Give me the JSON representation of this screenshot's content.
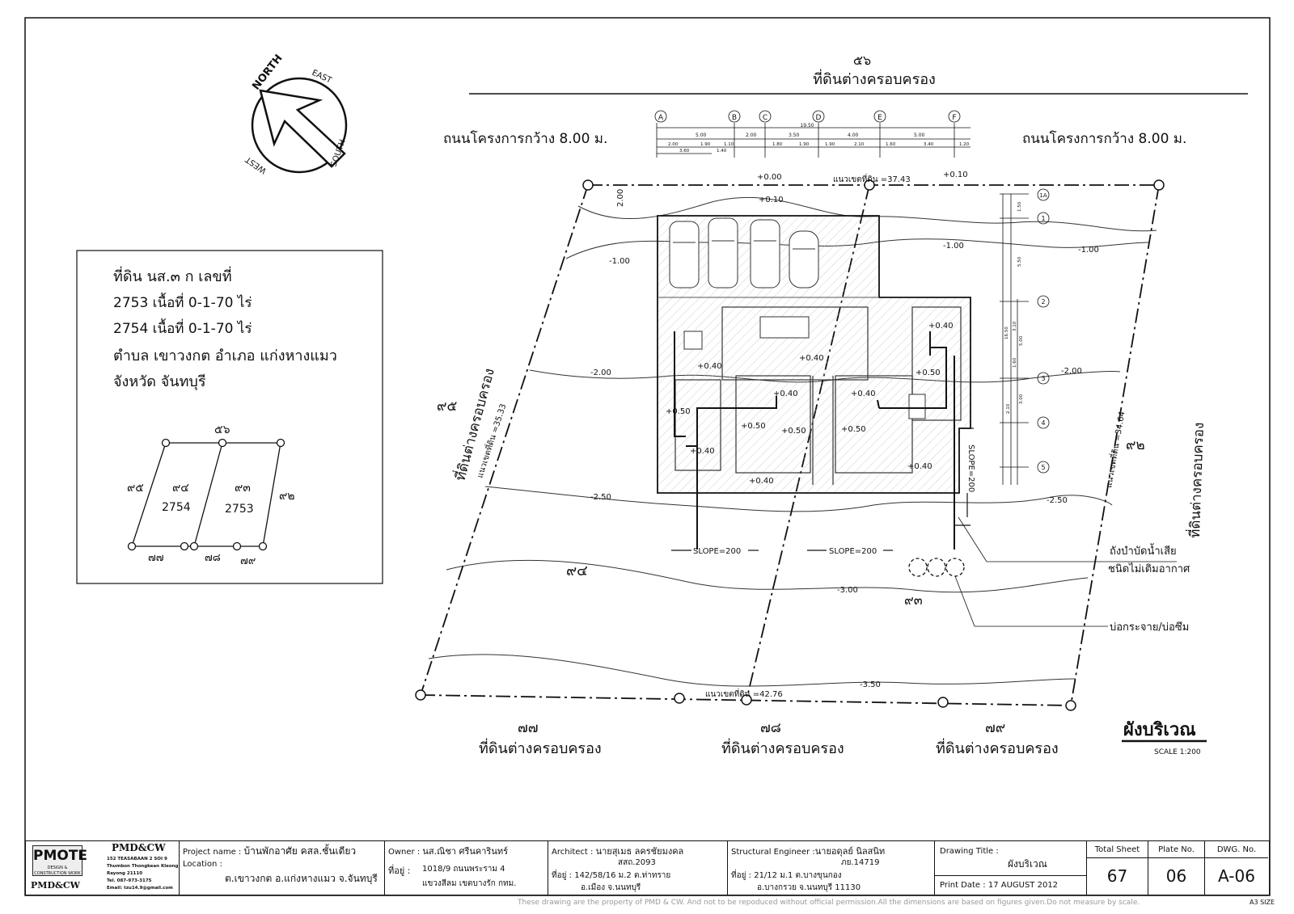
{
  "compass": {
    "north": "NORTH",
    "east": "EAST",
    "south": "SOUTH",
    "west": "WEST"
  },
  "plot": {
    "top_lot_num": "๕๖",
    "top_owner": "ที่ดินต่างครอบครอง",
    "road_left": "ถนนโครงการกว้าง 8.00 ม.",
    "road_right": "ถนนโครงการกว้าง 8.00 ม.",
    "left_lot_num": "๙๕",
    "left_owner": "ที่ดินต่างครอบครอง",
    "right_lot_num": "๙๒",
    "right_owner": "ที่ดินต่างครอบครอง",
    "lot94": "๙๔",
    "lot93": "๙๓",
    "bottom": [
      {
        "num": "๗๗",
        "owner": "ที่ดินต่างครอบครอง"
      },
      {
        "num": "๗๘",
        "owner": "ที่ดินต่างครอบครอง"
      },
      {
        "num": "๗๙",
        "owner": "ที่ดินต่างครอบครอง"
      }
    ],
    "boundary_top": "แนวเขตที่ดิน =37.43",
    "boundary_left": "แนวเขตที่ดิน =35.33",
    "boundary_right": "แนวเขตที่ดิน =34.64",
    "boundary_bottom": "แนวเขตที่ดิน =42.76",
    "setback": "2.00",
    "slope_v": "SLOPE=200",
    "slope_h1": "SLOPE=200",
    "slope_h2": "SLOPE=200",
    "septic1": "ถังบำบัดน้ำเสีย",
    "septic2": "ชนิดไม่เติมอากาศ",
    "soakaway": "บ่อกระจาย/บ่อซึม",
    "contours": {
      "top1": "+0.00",
      "top2": "+0.10",
      "top3": "+0.10",
      "c100a": "-1.00",
      "c100b": "-1.00",
      "c100c": "-1.00",
      "c200a": "-2.00",
      "c200b": "-2.00",
      "c250a": "-2.50",
      "c250b": "-2.50",
      "c300": "-3.00",
      "c350": "-3.50"
    },
    "floor_levels": [
      "+0.40",
      "+0.50",
      "+0.40",
      "+0.50",
      "+0.40",
      "+0.40",
      "+0.40",
      "+0.50",
      "+0.50",
      "+0.40",
      "+0.40",
      "+0.40"
    ],
    "col_labels": [
      "A",
      "B",
      "C",
      "D",
      "E",
      "F"
    ],
    "row_labels": [
      "1A",
      "1",
      "2",
      "3",
      "4",
      "5"
    ],
    "dims_top_total": "19.50",
    "dims_top_mid": [
      "5.00",
      "2.00",
      "3.50",
      "4.00",
      "5.00"
    ],
    "dims_top_low": [
      "2.00",
      "1.90",
      "1.10",
      "1.80",
      "1.90",
      "1.90",
      "2.10",
      "1.60",
      "3.40",
      "1.20"
    ],
    "dims_top_bot": [
      "3.60",
      "1.40"
    ],
    "dims_right": [
      "1.50",
      "5.50",
      "3.10",
      "5.00",
      "1.60",
      "2.10",
      "3.00",
      "16.50"
    ]
  },
  "land_box": {
    "line1": "ที่ดิน นส.๓ ก เลขที่",
    "line2": "2753 เนื้อที่ 0-1-70 ไร่",
    "line3": "2754 เนื้อที่ 0-1-70 ไร่",
    "line4": "ตำบล เขาวงกต    อำเภอ แก่งหางแมว",
    "line5": "จังหวัด จันทบุรี",
    "key_top": "๕๖",
    "key_left": "๙๕",
    "key_94": "๙๔",
    "key_93": "๙๓",
    "key_right": "๙๒",
    "key_2754": "2754",
    "key_2753": "2753",
    "key_b1": "๗๗",
    "key_b2": "๗๘",
    "key_b3": "๗๙"
  },
  "drawing_title": {
    "main": "ผังบริเวณ",
    "scale": "SCALE 1:200"
  },
  "title_block": {
    "company": "PMD&CW",
    "address": [
      "152 TEASABAAN 2 SOI 9",
      "Thumbon Thongkean Kleong",
      "Rayong 21110",
      "Tel. 087-973-3175",
      "Email: tzu14.9@gmail.com"
    ],
    "logo_text": "PMOTE",
    "logo_sub": "DESIGN & CONSTRUCTION WORK",
    "logo_bottom": "PMD&CW",
    "project_label": "Project name :",
    "project_value": "บ้านพักอาศัย คสล.ชั้นเดียว",
    "location_label": "Location :",
    "location_value": "ต.เขาวงกต อ.แก่งหางแมว จ.จันทบุรี",
    "owner_label": "Owner :",
    "owner_value": "นส.ณิชา ศรีนคารินทร์",
    "owner_addr_label": "ที่อยู่ :",
    "owner_addr1": "1018/9 ถนนพระราม 4",
    "owner_addr2": "แขวงสีลม เขตบางรัก กทม.",
    "architect_label": "Architect :",
    "architect_value": "นายสุเมธ ลครชัยมงคล",
    "architect_lic": "สสถ.2093",
    "architect_addr_label": "ที่อยู่ :",
    "architect_addr1": "142/58/16 ม.2 ต.ท่าทราย",
    "architect_addr2": "อ.เมือง จ.นนทบุรี",
    "engineer_label": "Structural Engineer :",
    "engineer_value": "นายอดุลย์ นิลสนิท",
    "engineer_lic": "ภย.14719",
    "engineer_addr_label": "ที่อยู่ :",
    "engineer_addr1": "21/12 ม.1 ต.บางขุนกอง",
    "engineer_addr2": "อ.บางกรวย จ.นนทบุรี 11130",
    "dtitle_label": "Drawing Title :",
    "dtitle_value": "ผังบริเวณ",
    "print_label": "Print Date :",
    "print_value": "17 AUGUST 2012",
    "total_label": "Total Sheet",
    "total_value": "67",
    "plate_label": "Plate No.",
    "plate_value": "06",
    "dwg_label": "DWG. No.",
    "dwg_value": "A-06"
  },
  "footer": "These drawing are the property of PMD & CW. And not to be repoduced without official permission.All the dimensions are based on figures given.Do not measure by scale.",
  "paper_size": "A3 SIZE"
}
